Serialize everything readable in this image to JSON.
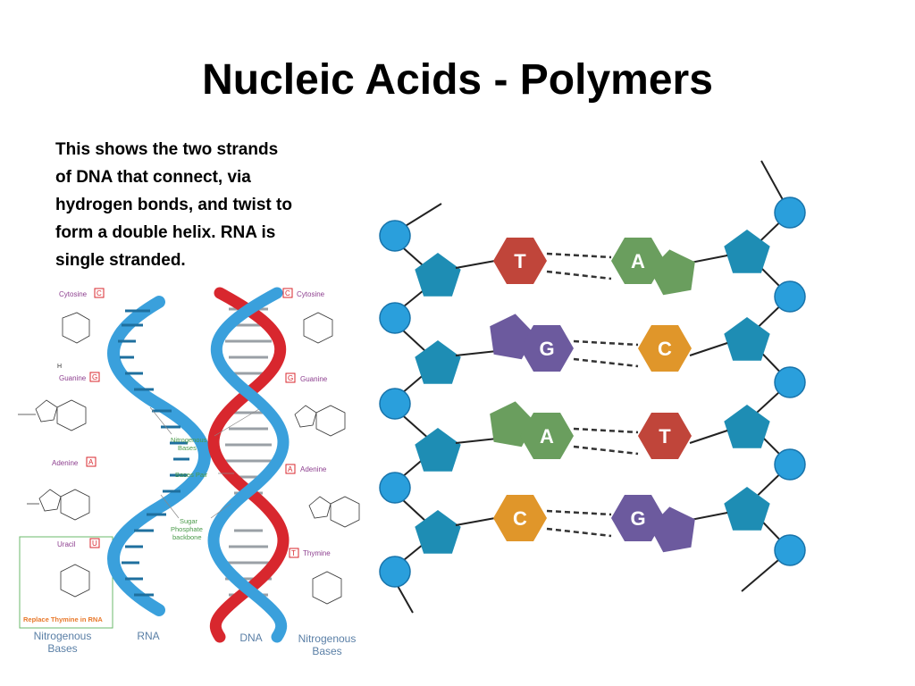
{
  "slide": {
    "title": "Nucleic Acids - Polymers",
    "description_lines": [
      "This shows the two strands",
      "of DNA that connect, via",
      "hydrogen bonds, and twist to",
      "form a double helix.  RNA is",
      "single stranded."
    ]
  },
  "left_figure": {
    "bases_left": [
      {
        "name": "Cytosine",
        "letter": "C"
      },
      {
        "name": "Guanine",
        "letter": "G"
      },
      {
        "name": "Adenine",
        "letter": "A"
      },
      {
        "name": "Uracil",
        "letter": "U"
      }
    ],
    "bases_right": [
      {
        "name": "Cytosine",
        "letter": "C"
      },
      {
        "name": "Guanine",
        "letter": "G"
      },
      {
        "name": "Adenine",
        "letter": "A"
      },
      {
        "name": "Thymine",
        "letter": "T"
      }
    ],
    "replace_note": "Replace Thymine in RNA",
    "callouts": [
      {
        "lines": [
          "Nitrogenous",
          "Bases"
        ]
      },
      {
        "lines": [
          "Bases Pair"
        ]
      },
      {
        "lines": [
          "Sugar",
          "Phosphate",
          "backbone"
        ]
      }
    ],
    "bottom_labels": {
      "left_bases": [
        "Nitrogenous",
        "Bases"
      ],
      "rna": "RNA",
      "dna": "DNA",
      "right_bases": [
        "Nitrogenous",
        "Bases"
      ]
    },
    "colors": {
      "rna_strand": "#3aa0dc",
      "dna_strand_red": "#d8272e",
      "dna_strand_blue": "#3aa0dc",
      "label_purple": "#8d3f8f",
      "uracil_box_border": "#6bb86b",
      "replace_note_color": "#e8782a"
    }
  },
  "right_figure": {
    "pairs": [
      {
        "left": "T",
        "right": "A"
      },
      {
        "left": "G",
        "right": "C"
      },
      {
        "left": "A",
        "right": "T"
      },
      {
        "left": "C",
        "right": "G"
      }
    ],
    "colors": {
      "T": "#c0453a",
      "A": "#6a9e5e",
      "G": "#6c5a9e",
      "C": "#e0962a",
      "sugar": "#1e8db4",
      "phosphate": "#2a9fdc",
      "backbone": "#222222"
    }
  }
}
